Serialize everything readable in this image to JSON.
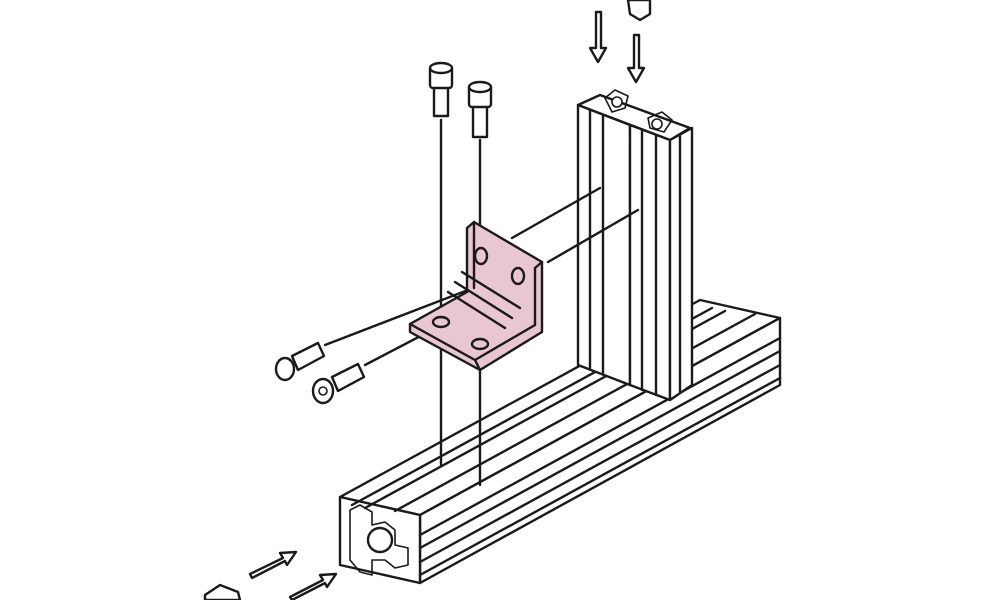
{
  "colors": {
    "bracket_fill": "#e8c6d4",
    "line": "#1a1a1a",
    "background": "#ffffff"
  },
  "icons": [
    "horizontal-extrusion",
    "vertical-extrusion",
    "angle-bracket",
    "socket-cap-bolt",
    "t-nut",
    "assembly-arrow"
  ]
}
